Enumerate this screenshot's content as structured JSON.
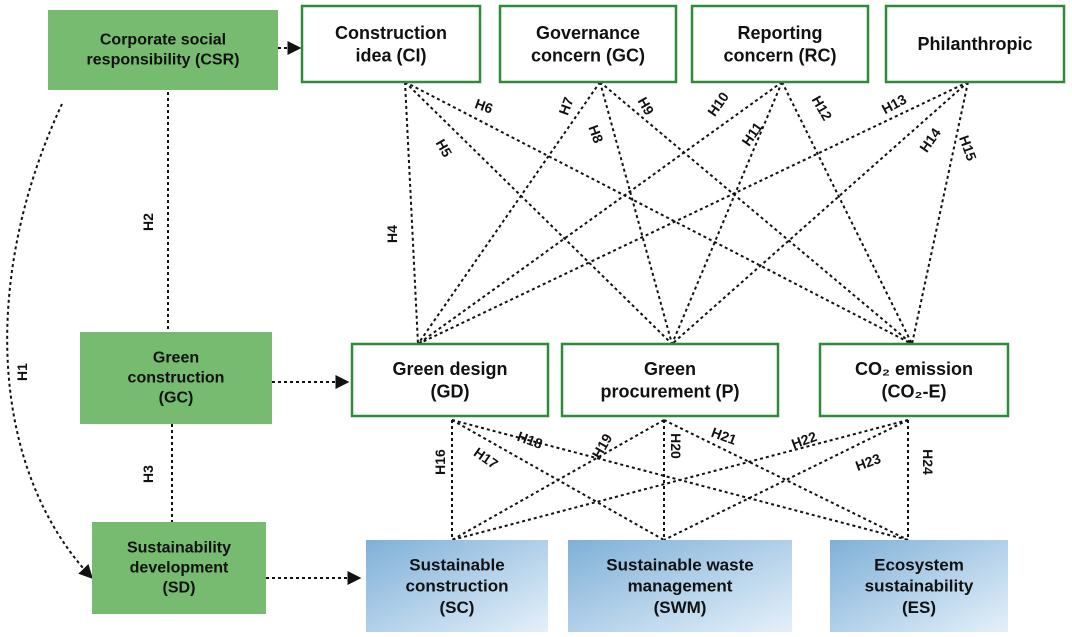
{
  "nodes": {
    "csr": {
      "lines": [
        "Corporate social",
        "responsibility (CSR)"
      ]
    },
    "gc": {
      "lines": [
        "Green",
        "construction",
        "(GC)"
      ]
    },
    "sd": {
      "lines": [
        "Sustainability",
        "development",
        "(SD)"
      ]
    },
    "ci": {
      "lines": [
        "Construction",
        "idea (CI)"
      ]
    },
    "gov": {
      "lines": [
        "Governance",
        "concern (GC)"
      ]
    },
    "rc": {
      "lines": [
        "Reporting",
        "concern (RC)"
      ]
    },
    "ph": {
      "lines": [
        "Philanthropic"
      ]
    },
    "gd": {
      "lines": [
        "Green design",
        "(GD)"
      ]
    },
    "p": {
      "lines": [
        "Green",
        "procurement (P)"
      ]
    },
    "co2": {
      "lines": [
        "CO₂ emission",
        "(CO₂-E)"
      ]
    },
    "sc": {
      "lines": [
        "Sustainable",
        "construction",
        "(SC)"
      ]
    },
    "swm": {
      "lines": [
        "Sustainable waste",
        "management",
        "(SWM)"
      ]
    },
    "es": {
      "lines": [
        "Ecosystem",
        "sustainability",
        "(ES)"
      ]
    }
  },
  "hypotheses": [
    "H1",
    "H2",
    "H3",
    "H4",
    "H5",
    "H6",
    "H7",
    "H8",
    "H9",
    "H10",
    "H11",
    "H12",
    "H13",
    "H14",
    "H15",
    "H16",
    "H17",
    "H18",
    "H19",
    "H20",
    "H21",
    "H22",
    "H23",
    "H24"
  ],
  "colors": {
    "green_fill": "#76bb6f",
    "green_border": "#2e8b3a",
    "blue_gradient_start": "#7fb0d8",
    "blue_gradient_end": "#e4f0fa",
    "line": "#111111"
  }
}
